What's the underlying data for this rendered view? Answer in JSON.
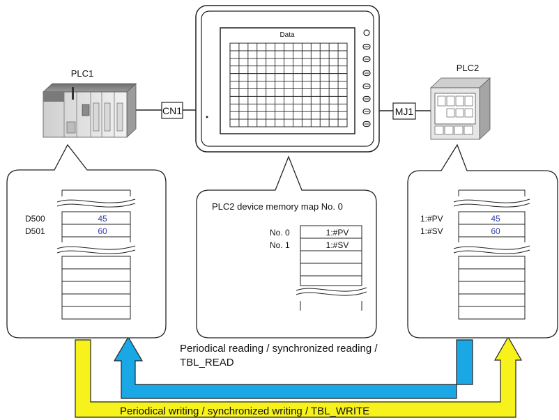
{
  "plc1": {
    "label": "PLC1",
    "port": "CN1",
    "registers": [
      {
        "address": "D500",
        "value": "45"
      },
      {
        "address": "D501",
        "value": "60"
      }
    ]
  },
  "plc2": {
    "label": "PLC2",
    "port": "MJ1",
    "registers": [
      {
        "address": "1:#PV",
        "value": "45"
      },
      {
        "address": "1:#SV",
        "value": "60"
      }
    ]
  },
  "hmi": {
    "screen_title": "Data"
  },
  "memory_map": {
    "title": "PLC2 device memory map No. 0",
    "rows": [
      {
        "no": "No. 0",
        "device": "1:#PV"
      },
      {
        "no": "No. 1",
        "device": "1:#SV"
      }
    ]
  },
  "flows": {
    "read_line1": "Periodical reading / synchronized reading /",
    "read_line2": "TBL_READ",
    "write": "Periodical writing / synchronized writing / TBL_WRITE"
  },
  "colors": {
    "read_arrow": "#1aa7e6",
    "write_arrow": "#f7f21c",
    "value_text": "#2f3fa8",
    "outline": "#222222"
  }
}
